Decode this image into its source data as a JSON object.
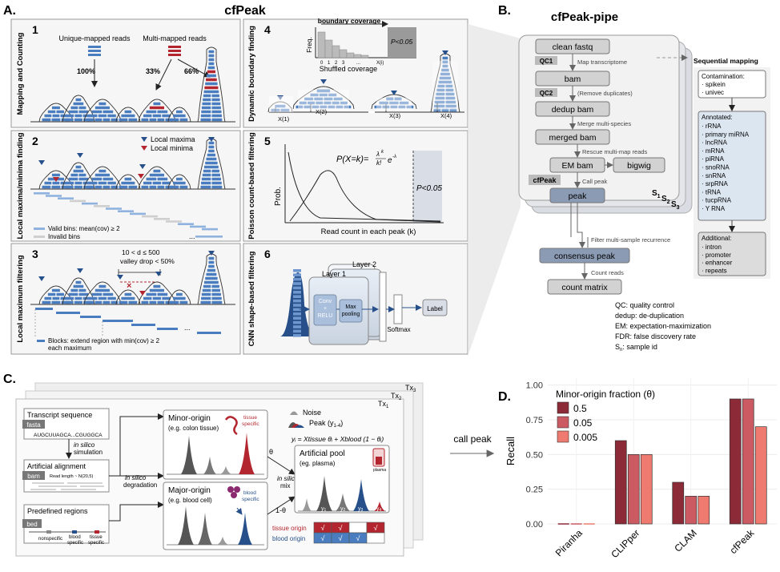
{
  "panelA": {
    "letter": "A.",
    "title": "cfPeak",
    "p1": {
      "num": "1",
      "side": "Mapping and Counting",
      "unique": "Unique-mapped reads",
      "multi": "Multi-mapped reads",
      "pct100": "100%",
      "pct33": "33%",
      "pct66": "66%"
    },
    "p2": {
      "num": "2",
      "side": "Local maxima/minima finding",
      "lmax": "Local maxima",
      "lmin": "Local minima",
      "valid": "Valid bins: mean(cov) ≥ 2",
      "invalid": "Invalid bins",
      "dots": "..."
    },
    "p3": {
      "num": "3",
      "side": "Local maximum filtering",
      "cond1": "10 < d ≤ 500",
      "cond2": "valley drop < 50%",
      "blocks1": "Blocks: extend region with min(cov) ≥ 2",
      "blocks2": "each maximum",
      "dots": "..."
    },
    "p4": {
      "num": "4",
      "side": "Dynamic boundary finding",
      "bc": "boundary coverage",
      "freq": "Freq.",
      "p": "P<0.05",
      "ticks": [
        "0",
        "1",
        "2",
        "3",
        "...",
        "X(i)"
      ],
      "shuffled": "Shuffled coverage",
      "x1": "X(1)",
      "x2": "X(2)",
      "x3": "X(3)",
      "x4": "X(4)"
    },
    "p5": {
      "num": "5",
      "side": "Poisson count-based filtering",
      "prob": "Prob.",
      "xlab": "Read count in each peak (k)",
      "p": "P<0.05",
      "formula": "P(X=k)=",
      "lk": "λ",
      "kk": "k",
      "kf": "k!",
      "e": "e",
      "ne": "-λ"
    },
    "p6": {
      "num": "6",
      "side": "CNN shape-based filtering",
      "layer2": "Layer 2",
      "layer1": "Layer 1",
      "conv": "Conv",
      "plus": "+",
      "relu": "RELU",
      "max": "Max",
      "pool": "pooling",
      "softmax": "Softmax",
      "label": "Label"
    }
  },
  "panelB": {
    "letter": "B.",
    "title": "cfPeak-pipe",
    "steps": [
      "clean fastq",
      "bam",
      "dedup bam",
      "merged bam",
      "EM bam",
      "bigwig",
      "peak",
      "consensus peak",
      "count matrix"
    ],
    "qc1": "QC1",
    "qc2": "QC2",
    "cfpeak": "cfPeak",
    "arrows": [
      "Map transcriptome",
      "(Remove duplicates)",
      "Merge multi-species",
      "Rescue multi-map reads",
      "Call peak",
      "Filter multi-sample recurrence",
      "Count reads"
    ],
    "s": [
      "S",
      "1",
      "S",
      "2",
      "S",
      "3"
    ],
    "seq": "Sequential mapping",
    "contamination": {
      "title": "Contamination:",
      "items": [
        "· spikein",
        "· univec"
      ]
    },
    "annotated": {
      "title": "Annotated:",
      "items": [
        "· rRNA",
        "· primary miRNA",
        "· lncRNA",
        "· mRNA",
        "· piRNA",
        "· snoRNA",
        "· snRNA",
        "· srpRNA",
        "· tRNA",
        "· tucpRNA",
        "· Y RNA"
      ]
    },
    "additional": {
      "title": "Additional:",
      "items": [
        "· intron",
        "· promoter",
        "· enhancer",
        "· repeats"
      ]
    },
    "legend": [
      "QC: quality control",
      "dedup: de-duplication",
      "EM: expectation-maximization",
      "FDR: false discovery rate"
    ],
    "legendS": "S",
    "legendSn": "n",
    "legendSrest": ": sample id"
  },
  "panelC": {
    "letter": "C.",
    "tx": [
      "Tx",
      "3",
      "Tx",
      "2",
      "Tx",
      "1"
    ],
    "transcript": "Transcript sequence",
    "fasta": "fasta",
    "seq": "AUGCUUAGCA...CGUGGCA",
    "insilico": "in silico",
    "simulation": "simulation",
    "alignment": "Artificial alignment",
    "bam": "bam",
    "readlen": "Read length ~ N(20,5)",
    "regions": "Predefined regions",
    "bed": "bed",
    "nonspecific": "nonspecific",
    "bloodspec1": "blood",
    "bloodspec2": "specific",
    "tissuespec1": "tissue",
    "tissuespec2": "specific",
    "degradation": "degradation",
    "minor": "Minor-origin",
    "minorEg": "(e.g. colon tissue)",
    "tissueSpec1": "tissue",
    "tissueSpec2": "specific",
    "major": "Major-origin",
    "majorEg": "(e.g. blood cell)",
    "bloodSpec1": "blood",
    "bloodSpec2": "specific",
    "noise": "Noise",
    "peak": "Peak (y",
    "peakSub": "1-4",
    "peakEnd": ")",
    "eq": "yᵢ = Xtissue θᵢ + Xblood (1 − θᵢ)",
    "theta": "θ",
    "oneminus": "1-θ",
    "mix": "mix",
    "pool": "Artificial pool",
    "poolEg": "(eg. plasma)",
    "plasma": "plasma",
    "y": [
      "y",
      "1",
      "y",
      "2",
      "y",
      "3",
      "y",
      "4"
    ],
    "tissueOrigin": "tissue origin",
    "bloodOrigin": "blood origin",
    "check": "√"
  },
  "callpeak": "call peak",
  "panelD": {
    "letter": "D."
  },
  "chart_data": {
    "type": "bar",
    "title": "",
    "xlabel": "",
    "ylabel": "Recall",
    "ylim": [
      0,
      1.05
    ],
    "yticks": [
      "0.00",
      "0.25",
      "0.50",
      "0.75",
      "1.00"
    ],
    "legend_title": "Minor-origin fraction (θ)",
    "legend_placement": "top-left",
    "categories": [
      "Piranha",
      "CLIPper",
      "CLAM",
      "cfPeak"
    ],
    "series": [
      {
        "name": "0.5",
        "color": "#8c2a38",
        "values": [
          0.0,
          0.6,
          0.3,
          0.9
        ]
      },
      {
        "name": "0.05",
        "color": "#cc5a62",
        "values": [
          0.0,
          0.5,
          0.2,
          0.9
        ]
      },
      {
        "name": "0.005",
        "color": "#ef7a6f",
        "values": [
          0.0,
          0.5,
          0.2,
          0.7
        ]
      }
    ]
  },
  "colors": {
    "blue": "#4a7dbf",
    "darkblue": "#27508a",
    "red": "#b4262f",
    "gray": "#bdbdbd",
    "lightblue": "#dce6f1"
  }
}
